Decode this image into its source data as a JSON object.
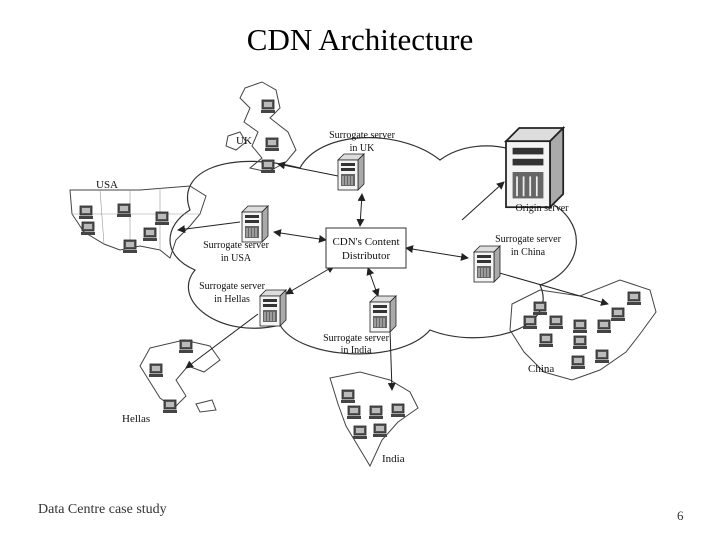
{
  "slide": {
    "title": "CDN Architecture",
    "footer": "Data Centre case study",
    "page_number": "6"
  },
  "diagram": {
    "distributor": {
      "line1": "CDN's Content",
      "line2": "Distributor"
    },
    "origin_server": "Origin server",
    "surrogates": {
      "uk": {
        "line1": "Surrogate server",
        "line2": "in UK"
      },
      "usa": {
        "line1": "Surrogate server",
        "line2": "in USA"
      },
      "hellas": {
        "line1": "Surrogate server",
        "line2": "in Hellas"
      },
      "india": {
        "line1": "Surrogate server",
        "line2": "in India"
      },
      "china": {
        "line1": "Surrogate server",
        "line2": "in China"
      }
    },
    "regions": {
      "uk": "UK",
      "usa": "USA",
      "hellas": "Hellas",
      "india": "India",
      "china": "China"
    }
  }
}
